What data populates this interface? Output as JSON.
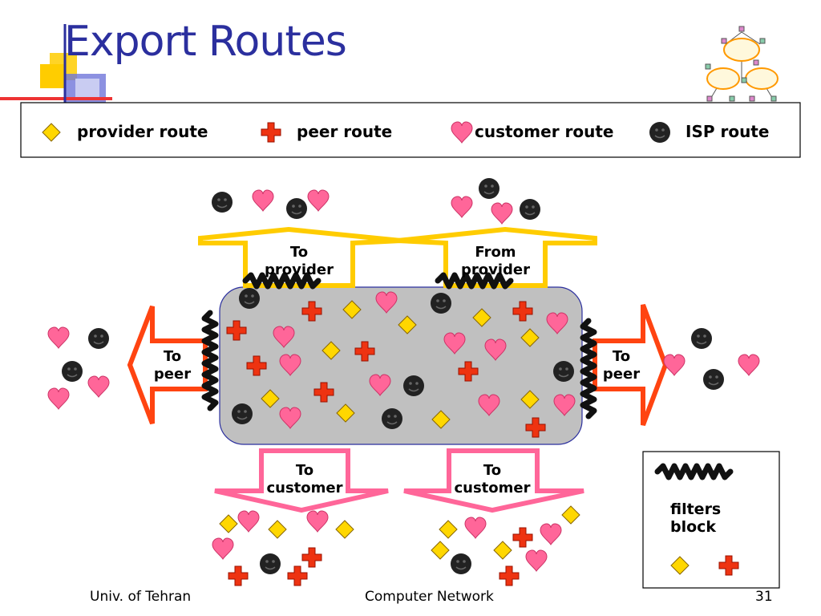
{
  "title": "Export Routes",
  "legend": {
    "provider": "provider route",
    "peer": "peer route",
    "customer": "customer route",
    "isp": "ISP route"
  },
  "labels": {
    "to_provider": "To provider",
    "from_provider": "From provider",
    "to_peer": "To peer",
    "to_customer": "To customer",
    "filters_block": "filters block"
  },
  "footer": {
    "left": "Univ. of Tehran",
    "center": "Computer Network",
    "page": "31"
  },
  "colors": {
    "title": "#2b2f9e",
    "provider_arrow": "#ffcc00",
    "peer_arrow": "#ff4411",
    "customer_arrow": "#ff6699",
    "network_fill": "#c0c0c0",
    "diamond": "#ffd700",
    "cross": "#ee3311",
    "heart": "#ff6699"
  },
  "icons": [
    "diamond-icon",
    "cross-icon",
    "heart-icon",
    "smiley-icon",
    "filter-squiggle-icon",
    "network-clouds-icon"
  ]
}
